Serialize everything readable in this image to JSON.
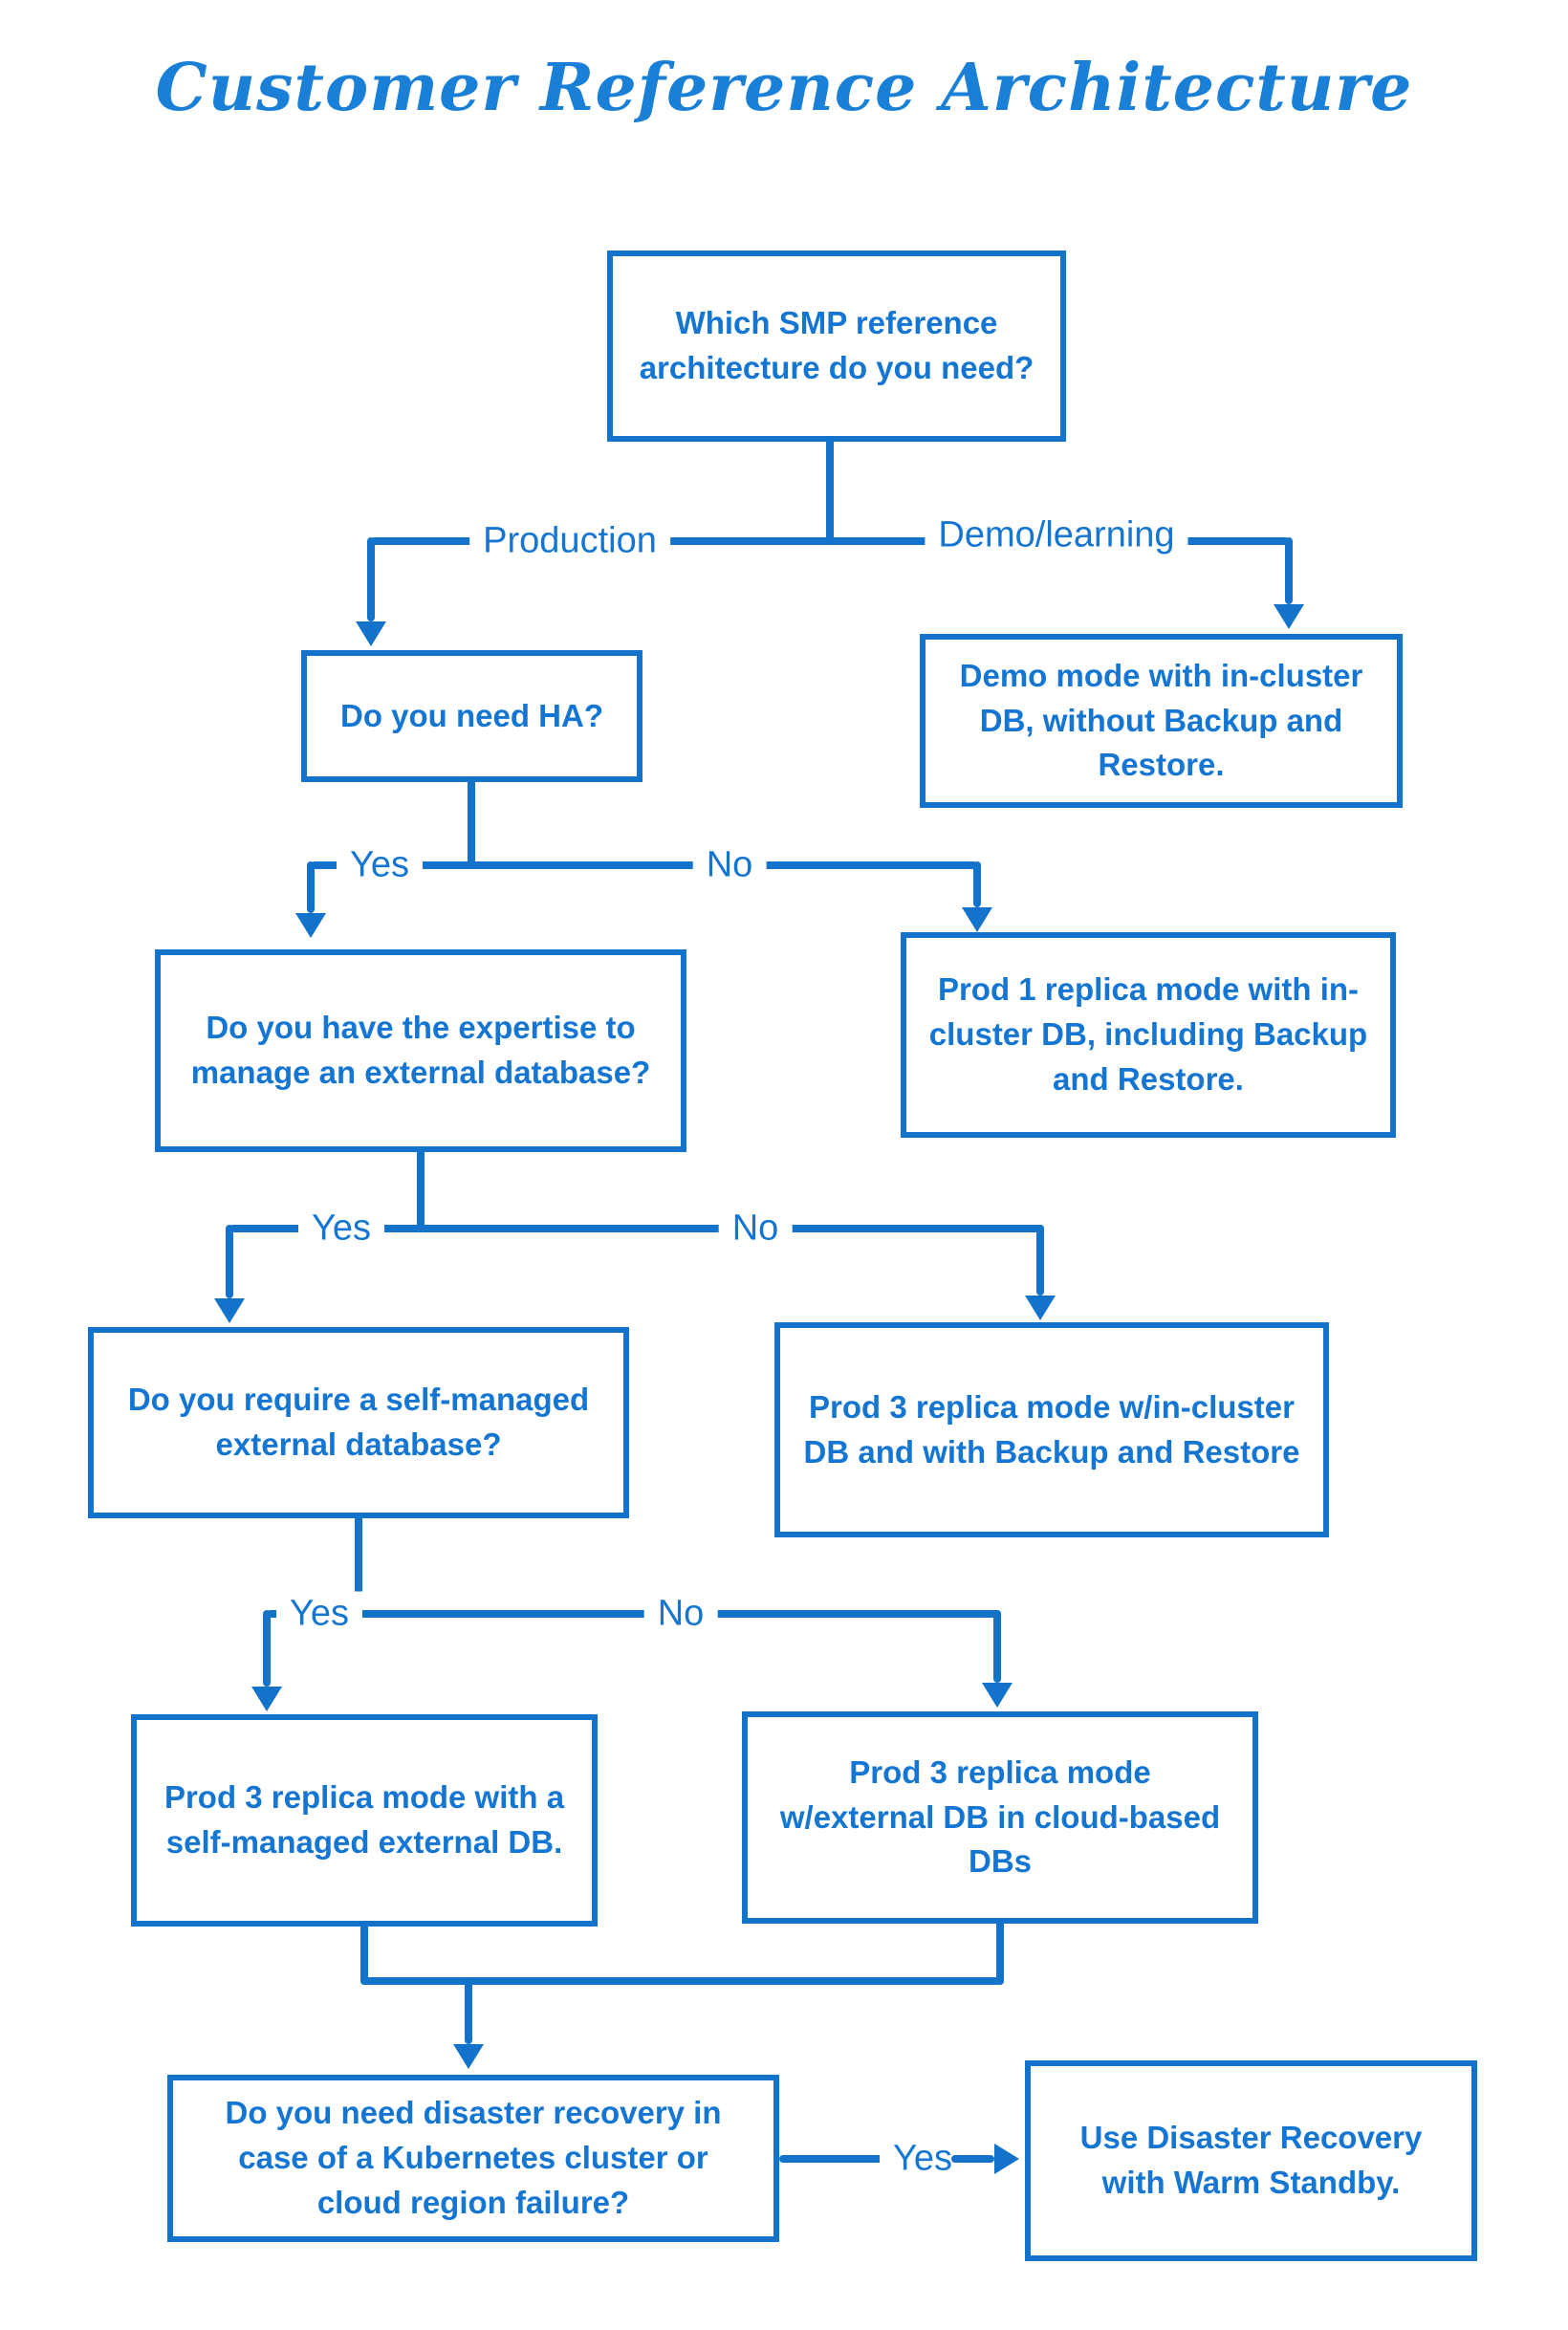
{
  "title": "Customer Reference Architecture",
  "accent_color": "#1373cb",
  "text_color": "#1476d2",
  "nodes": {
    "q_root": "Which SMP reference architecture do you need?",
    "q_ha": "Do you need HA?",
    "demo_result": "Demo mode with in-cluster DB, without Backup and Restore.",
    "q_expertise": "Do you have the expertise to manage an external database?",
    "prod1_result": "Prod 1 replica mode with in-cluster DB, including Backup and Restore.",
    "q_selfmanaged": "Do you require a self-managed external database?",
    "prod3_incluster_result": "Prod 3 replica mode w/in-cluster DB and with Backup and Restore",
    "prod3_selfmanaged_result": "Prod 3 replica mode with a self-managed external DB.",
    "prod3_cloud_result": "Prod 3 replica mode w/external DB in cloud-based DBs",
    "q_disaster_recovery": "Do you need disaster recovery in case of a Kubernetes cluster or cloud region failure?",
    "dr_result": "Use Disaster Recovery with Warm Standby."
  },
  "edges": {
    "branch1": {
      "left": "Production",
      "right": "Demo/learning"
    },
    "branch2": {
      "left": "Yes",
      "right": "No"
    },
    "branch3": {
      "left": "Yes",
      "right": "No"
    },
    "branch4": {
      "left": "Yes",
      "right": "No"
    },
    "branch5": {
      "label": "Yes"
    }
  }
}
